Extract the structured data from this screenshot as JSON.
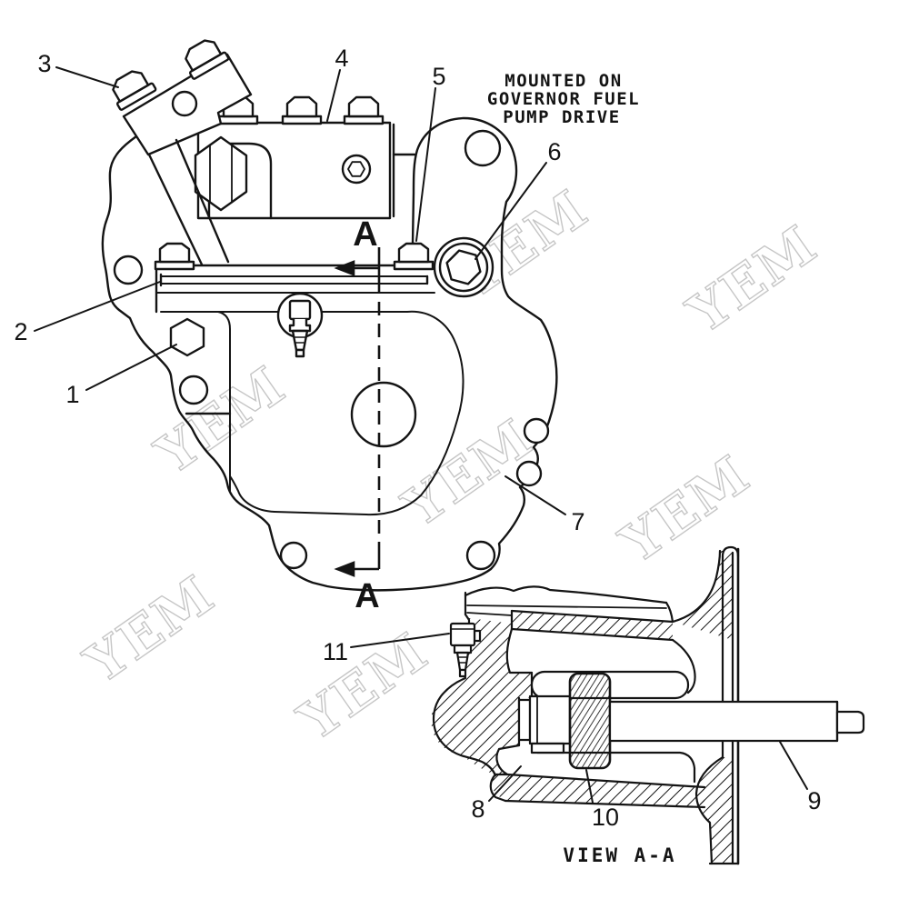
{
  "figure": {
    "background": "#ffffff",
    "line_color": "#141414",
    "note": {
      "line1": "MOUNTED ON",
      "line2": "GOVERNOR FUEL",
      "line3": "PUMP DRIVE"
    },
    "section_view": {
      "label": "VIEW A-A"
    },
    "section_arrows": {
      "top_letter": "A",
      "bottom_letter": "A"
    },
    "callouts": {
      "c1": "1",
      "c2": "2",
      "c3": "3",
      "c4": "4",
      "c5": "5",
      "c6": "6",
      "c7": "7",
      "c8": "8",
      "c9": "9",
      "c10": "10",
      "c11": "11"
    },
    "watermark": {
      "text": "YEM",
      "color": "#c6c6c6"
    }
  }
}
